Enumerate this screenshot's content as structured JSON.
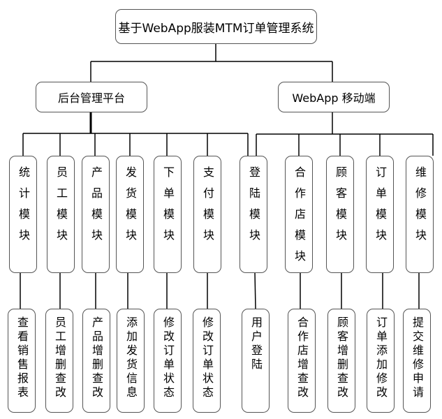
{
  "diagram": {
    "root": {
      "label": "基于WebApp服装MTM订单管理系统"
    },
    "branches": [
      {
        "label": "后台管理平台",
        "modules": [
          {
            "label": "统计模块",
            "leaf": "查看销售报表"
          },
          {
            "label": "员工模块",
            "leaf": "员工增删查改"
          },
          {
            "label": "产品模块",
            "leaf": "产品增删查改"
          },
          {
            "label": "发货模块",
            "leaf": "添加发货信息"
          },
          {
            "label": "下单模块",
            "leaf": "修改订单状态"
          },
          {
            "label": "支付模块",
            "leaf": "修改订单状态"
          }
        ]
      },
      {
        "label": "WebApp 移动端",
        "modules": [
          {
            "label": "合作店模块",
            "leaf": "合作店增查改"
          },
          {
            "label": "顾客模块",
            "leaf": "顾客增删查改"
          },
          {
            "label": "订单模块",
            "leaf": "订单添加修改"
          },
          {
            "label": "维修模块",
            "leaf": "提交维修申请"
          }
        ]
      }
    ],
    "shared_module": {
      "label": "登陆模块",
      "leaf": "用户登陆",
      "parents": [
        "后台管理平台",
        "WebApp 移动端"
      ]
    }
  },
  "colors": {
    "line": "#000000",
    "box_border": "#555555",
    "background": "#ffffff"
  }
}
